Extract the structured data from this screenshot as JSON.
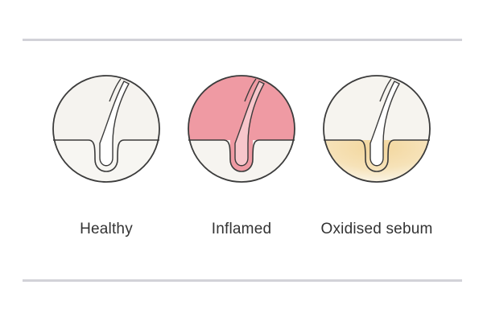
{
  "follicles": [
    {
      "label": "Healthy",
      "state": "healthy",
      "upper_color": "#f5f3ef",
      "lower_color": "#f7f6f2",
      "bulb_color": "#f7f6f2"
    },
    {
      "label": "Inflamed",
      "state": "inflamed",
      "upper_color": "#ef9aa3",
      "lower_color": "#f6f4f0",
      "bulb_color": "#ef9aa3"
    },
    {
      "label": "Oxidised sebum",
      "state": "oxidised",
      "upper_color": "#f6f4ef",
      "lower_color": "#f3d69c",
      "bulb_color": "#f7f6f2"
    }
  ],
  "colors": {
    "outline": "#3b3b3b",
    "rule": "#d2d2d8",
    "text": "#333333"
  }
}
